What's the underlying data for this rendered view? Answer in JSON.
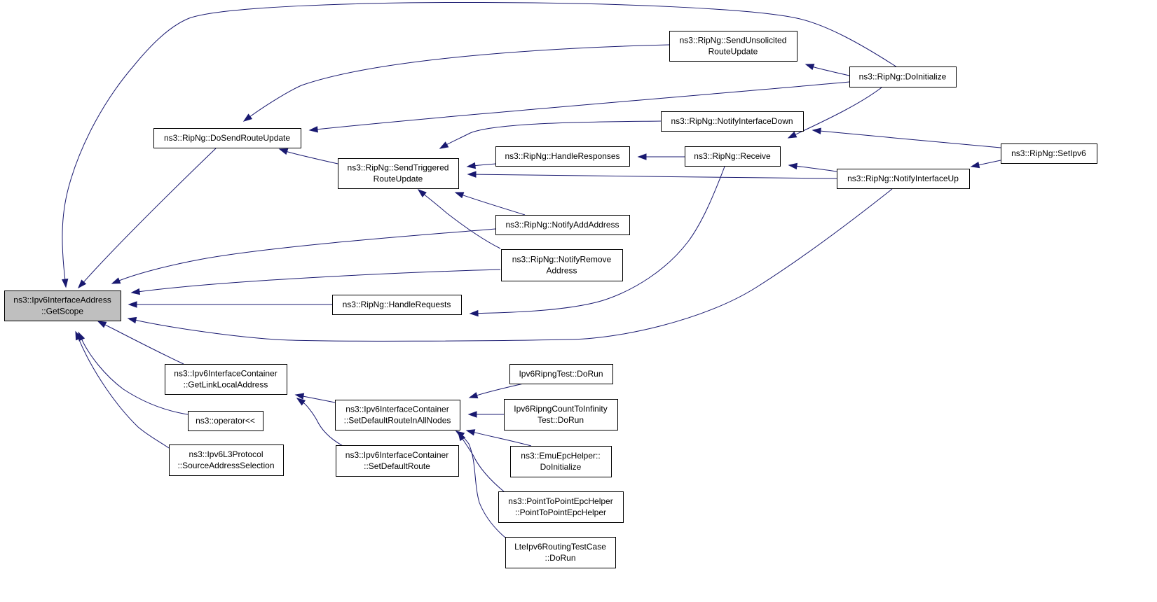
{
  "graph": {
    "nodes": [
      {
        "id": "getscope",
        "name": "node-ipv6interfaceaddress-getscope",
        "root": true,
        "lines": [
          "ns3::Ipv6InterfaceAddress",
          "::GetScope"
        ]
      },
      {
        "id": "dosend",
        "name": "node-ripng-dosendrouteupdate",
        "lines": [
          "ns3::RipNg::DoSendRouteUpdate"
        ]
      },
      {
        "id": "sendtrig",
        "name": "node-ripng-sendtriggeredrouteupdate",
        "lines": [
          "ns3::RipNg::SendTriggered",
          "RouteUpdate"
        ]
      },
      {
        "id": "sendunsol",
        "name": "node-ripng-sendunsolicitedrouteupdate",
        "lines": [
          "ns3::RipNg::SendUnsolicited",
          "RouteUpdate"
        ]
      },
      {
        "id": "doinit",
        "name": "node-ripng-doinitialize",
        "lines": [
          "ns3::RipNg::DoInitialize"
        ]
      },
      {
        "id": "notifydown",
        "name": "node-ripng-notifyinterfacedown",
        "lines": [
          "ns3::RipNg::NotifyInterfaceDown"
        ]
      },
      {
        "id": "handleresp",
        "name": "node-ripng-handleresponses",
        "lines": [
          "ns3::RipNg::HandleResponses"
        ]
      },
      {
        "id": "receive",
        "name": "node-ripng-receive",
        "lines": [
          "ns3::RipNg::Receive"
        ]
      },
      {
        "id": "notifyup",
        "name": "node-ripng-notifyinterfaceup",
        "lines": [
          "ns3::RipNg::NotifyInterfaceUp"
        ]
      },
      {
        "id": "setipv6",
        "name": "node-ripng-setipv6",
        "lines": [
          "ns3::RipNg::SetIpv6"
        ]
      },
      {
        "id": "notifyadd",
        "name": "node-ripng-notifyaddaddress",
        "lines": [
          "ns3::RipNg::NotifyAddAddress"
        ]
      },
      {
        "id": "notifyrem",
        "name": "node-ripng-notifyremoveaddress",
        "lines": [
          "ns3::RipNg::NotifyRemove",
          "Address"
        ]
      },
      {
        "id": "handlereq",
        "name": "node-ripng-handlerequests",
        "lines": [
          "ns3::RipNg::HandleRequests"
        ]
      },
      {
        "id": "getlinklocal",
        "name": "node-ipv6interfacecontainer-getlinklocaladdress",
        "lines": [
          "ns3::Ipv6InterfaceContainer",
          "::GetLinkLocalAddress"
        ]
      },
      {
        "id": "operator",
        "name": "node-operator-stream",
        "lines": [
          "ns3::operator<<"
        ]
      },
      {
        "id": "srcaddrsel",
        "name": "node-ipv6l3protocol-sourceaddressselection",
        "lines": [
          "ns3::Ipv6L3Protocol",
          "::SourceAddressSelection"
        ]
      },
      {
        "id": "setdefallnodes",
        "name": "node-ipv6interfacecontainer-setdefaultrouteinallnodes",
        "lines": [
          "ns3::Ipv6InterfaceContainer",
          "::SetDefaultRouteInAllNodes"
        ]
      },
      {
        "id": "setdefroute",
        "name": "node-ipv6interfacecontainer-setdefaultroute",
        "lines": [
          "ns3::Ipv6InterfaceContainer",
          "::SetDefaultRoute"
        ]
      },
      {
        "id": "ripngtest",
        "name": "node-ipv6ripngtest-dorun",
        "lines": [
          "Ipv6RipngTest::DoRun"
        ]
      },
      {
        "id": "countinf",
        "name": "node-ipv6ripngcounttoinfinitytest-dorun",
        "lines": [
          "Ipv6RipngCountToInfinity",
          "Test::DoRun"
        ]
      },
      {
        "id": "emuepc",
        "name": "node-emuepchelper-doinitialize",
        "lines": [
          "ns3::EmuEpcHelper::",
          "DoInitialize"
        ]
      },
      {
        "id": "p2pepc",
        "name": "node-pointtopointepchelper",
        "lines": [
          "ns3::PointToPointEpcHelper",
          "::PointToPointEpcHelper"
        ]
      },
      {
        "id": "lteipv6",
        "name": "node-lteipv6routingtestcase-dorun",
        "lines": [
          "LteIpv6RoutingTestCase",
          "::DoRun"
        ]
      }
    ],
    "edges": [
      {
        "from": "doinit",
        "to": "getscope"
      },
      {
        "from": "dosend",
        "to": "getscope"
      },
      {
        "from": "notifyadd",
        "to": "getscope"
      },
      {
        "from": "notifyrem",
        "to": "getscope"
      },
      {
        "from": "handlereq",
        "to": "getscope"
      },
      {
        "from": "notifyup",
        "to": "getscope"
      },
      {
        "from": "getlinklocal",
        "to": "getscope"
      },
      {
        "from": "operator",
        "to": "getscope"
      },
      {
        "from": "srcaddrsel",
        "to": "getscope"
      },
      {
        "from": "sendunsol",
        "to": "dosend"
      },
      {
        "from": "doinit",
        "to": "dosend"
      },
      {
        "from": "sendtrig",
        "to": "dosend"
      },
      {
        "from": "doinit",
        "to": "sendunsol"
      },
      {
        "from": "notifydown",
        "to": "sendtrig"
      },
      {
        "from": "handleresp",
        "to": "sendtrig"
      },
      {
        "from": "notifyup",
        "to": "sendtrig"
      },
      {
        "from": "notifyadd",
        "to": "sendtrig"
      },
      {
        "from": "notifyrem",
        "to": "sendtrig"
      },
      {
        "from": "receive",
        "to": "handleresp"
      },
      {
        "from": "doinit",
        "to": "receive"
      },
      {
        "from": "notifyup",
        "to": "receive"
      },
      {
        "from": "setipv6",
        "to": "notifydown"
      },
      {
        "from": "setipv6",
        "to": "notifyup"
      },
      {
        "from": "receive",
        "to": "handlereq"
      },
      {
        "from": "setdefallnodes",
        "to": "getlinklocal"
      },
      {
        "from": "setdefroute",
        "to": "getlinklocal"
      },
      {
        "from": "ripngtest",
        "to": "setdefallnodes"
      },
      {
        "from": "countinf",
        "to": "setdefallnodes"
      },
      {
        "from": "emuepc",
        "to": "setdefallnodes"
      },
      {
        "from": "p2pepc",
        "to": "setdefallnodes"
      },
      {
        "from": "lteipv6",
        "to": "setdefallnodes"
      }
    ]
  },
  "colors": {
    "edge": "#191970",
    "root_fill": "#bfbfbf",
    "node_fill": "#ffffff",
    "node_border": "#000000"
  }
}
